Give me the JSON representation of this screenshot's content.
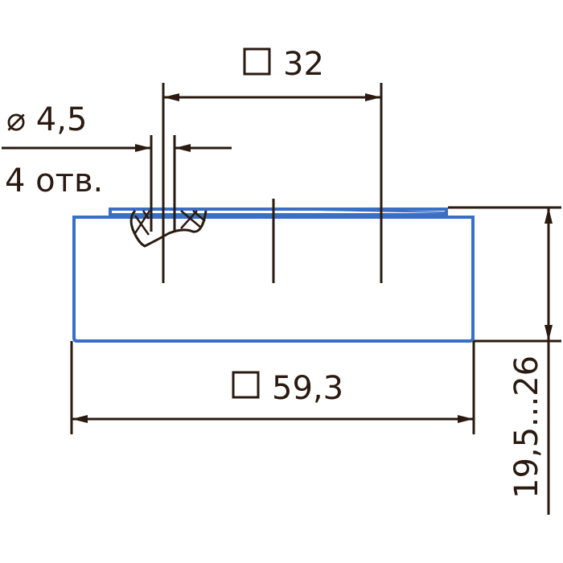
{
  "dimensions": {
    "top_width_label": "32",
    "bottom_width_label": "59,3",
    "height_label": "19,5...26",
    "hole_diameter_label": "⌀ 4,5",
    "hole_count_label": "4 отв."
  },
  "colors": {
    "part_outline": "#3a6fc6",
    "dimension_lines": "#2a1a10"
  },
  "icons": {
    "square_symbol": "square-symbol-icon",
    "diameter_symbol": "diameter-symbol-icon"
  }
}
